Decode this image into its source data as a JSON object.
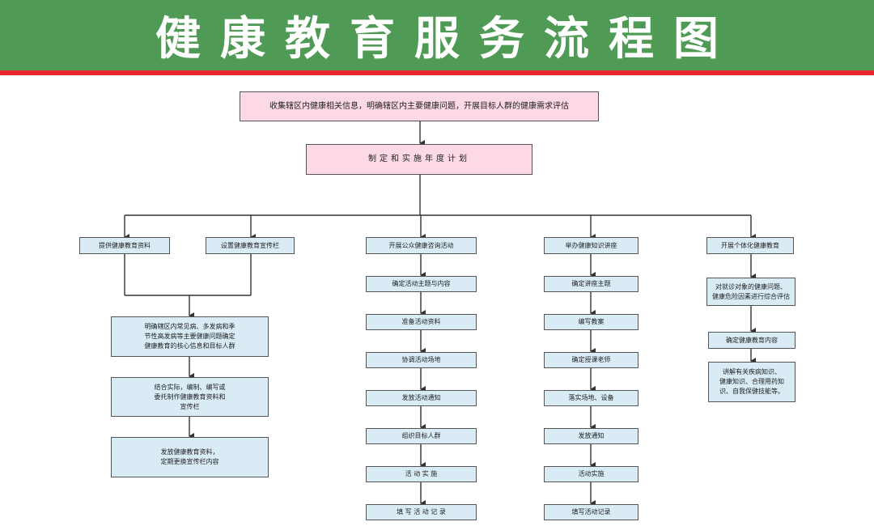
{
  "header": {
    "title": "健康教育服务流程图"
  },
  "colors": {
    "header_bg": "#4f9b55",
    "header_line": "#e8262b",
    "pink_box": "#fcd9e3",
    "blue_box": "#d9ecf6",
    "connector": "#333333"
  },
  "flow": {
    "top": "收集辖区内健康相关信息，明确辖区内主要健康问题，开展目标人群的健康需求评估",
    "plan": "制定和实施年度计划",
    "branches": {
      "materials": {
        "provide": "提供健康教育资料",
        "board": "设置健康教育宣传栏",
        "steps": [
          "明确辖区内常见病、多发病和季\n节性高发病等主要健康问题确定\n健康教育的核心信息和目标人群",
          "结合实际，编制、编写或\n委托制作健康教育资料和\n宣传栏",
          "发放健康教育资料，\n定期更换宣传栏内容"
        ]
      },
      "consult": {
        "head": "开展公众健康咨询活动",
        "steps": [
          "确定活动主题与内容",
          "准备活动资料",
          "协调活动场地",
          "发放活动通知",
          "组织目标人群",
          "活 动 实 施",
          "填 写 活 动 记 录"
        ]
      },
      "lecture": {
        "head": "举办健康知识讲座",
        "steps": [
          "确定讲座主题",
          "编写教案",
          "确定授课老师",
          "落实场地、设备",
          "发放通知",
          "活动实施",
          "填写活动记录"
        ]
      },
      "individual": {
        "head": "开展个体化健康教育",
        "steps": [
          "对就诊对象的健康问题、\n健康危险因素进行综合评估",
          "确定健康教育内容",
          "讲解有关疾病知识、\n健康知识、合理用药知\n识、自我保健技能等。"
        ]
      }
    }
  }
}
